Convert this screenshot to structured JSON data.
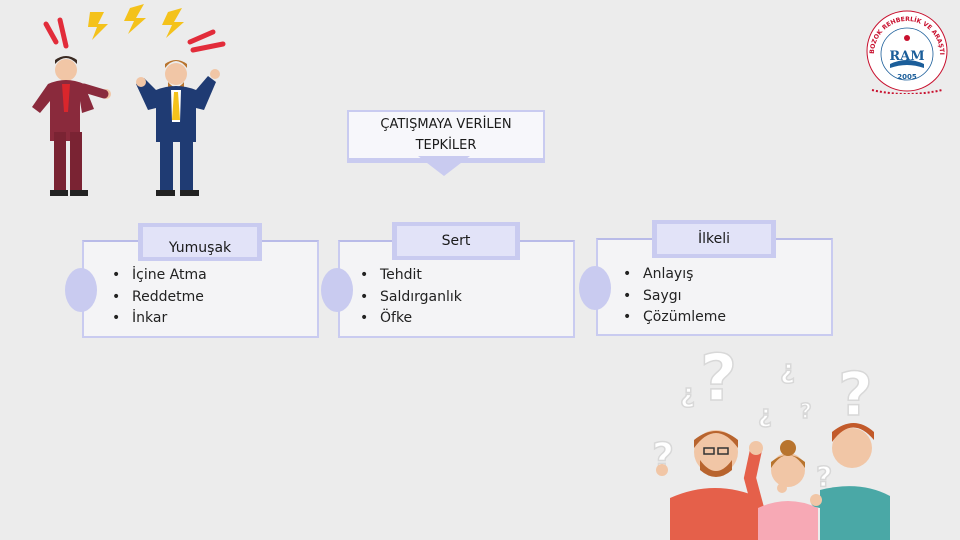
{
  "title": {
    "line1": "ÇATIŞMAYA VERİLEN",
    "line2": "TEPKİLER"
  },
  "categories": [
    {
      "name": "Yumuşak",
      "items": [
        "İçine Atma",
        "Reddetme",
        "İnkar"
      ]
    },
    {
      "name": "Sert",
      "items": [
        "Tehdit",
        "Saldırganlık",
        "Öfke"
      ]
    },
    {
      "name": "İlkeli",
      "items": [
        "Anlayış",
        "Saygı",
        "Çözümleme"
      ]
    }
  ],
  "logo": {
    "ring_text": "BOZOK REHBERLİK VE ARAŞTIRMA MERKEZİ",
    "initials": "RAM",
    "year": "2005"
  },
  "colors": {
    "accent": "#c9cbf0",
    "logo_red": "#c8102e",
    "background": "#ececec"
  }
}
